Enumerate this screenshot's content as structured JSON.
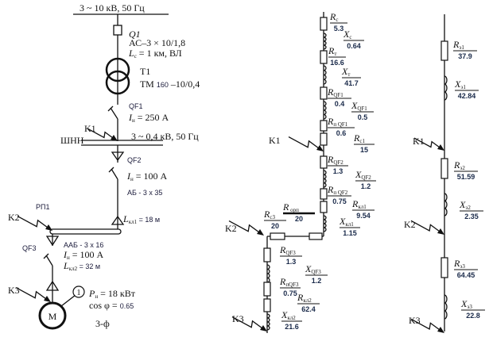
{
  "left": {
    "hv_bus": "3 ~ 10 кВ, 50 Гц",
    "q1": "Q1",
    "line_type": "АС–3 × 10/1,8",
    "line_len_sym": "L",
    "line_len_sub": "c",
    "line_len_val": " = 1 км,  ВЛ",
    "t1": "T1",
    "t1_type_a": "ТМ ",
    "t1_type_b": "160",
    "t1_type_c": " –10/0,4",
    "qf1": "QF1",
    "qf1_i_sym": "I",
    "qf1_i_sub": "н",
    "qf1_i_val": " = 250 А",
    "k1": "K1",
    "shnn": "ШНН",
    "lv_bus": "3 ~ 0,4 кВ, 50 Гц",
    "qf2": "QF2",
    "qf2_i_sym": "I",
    "qf2_i_sub": "н",
    "qf2_i_val": " = 100  А",
    "cable1": "АБ - 3 x 35",
    "lkl1_sym": "L",
    "lkl1_sub": "кл1",
    "lkl1_val": " = 18 м",
    "rp1": "РП1",
    "k2": "K2",
    "qf3": "QF3",
    "cable2": "ААБ - 3 x 16",
    "qf3_i_sym": "I",
    "qf3_i_sub": "н",
    "qf3_i_val": " = 100 А",
    "lkl2_sym": "L",
    "lkl2_sub": "кл2",
    "lkl2_val": " = 32  м",
    "k3": "K3",
    "motor": "M",
    "motor_tag": "1",
    "pn_sym": "P",
    "pn_sub": "н",
    "pn_val": " = 18  кВт",
    "cos": "cos φ = ",
    "cos_val": "0.65",
    "phase": "3-ф"
  },
  "middle": {
    "k1": "K1",
    "k2": "K2",
    "k3": "K3",
    "elements": [
      {
        "symbol": "R",
        "sub": "c",
        "value": "5.3"
      },
      {
        "symbol": "X",
        "sub": "c",
        "value": "0.64"
      },
      {
        "symbol": "R",
        "sub": "т",
        "value": "16.6"
      },
      {
        "symbol": "X",
        "sub": "т",
        "value": "41.7"
      },
      {
        "symbol": "R",
        "sub": "QF1",
        "value": "0.4"
      },
      {
        "symbol": "X",
        "sub": "QF1",
        "value": "0.5"
      },
      {
        "symbol": "R",
        "sub": "п QF1",
        "value": "0.6"
      },
      {
        "symbol": "R",
        "sub": "c1",
        "value": "15"
      },
      {
        "symbol": "R",
        "sub": "QF2",
        "value": "1.3"
      },
      {
        "symbol": "X",
        "sub": "QF2",
        "value": "1.2"
      },
      {
        "symbol": "R",
        "sub": "п QF2",
        "value": "0.75"
      },
      {
        "symbol": "R",
        "sub": "кл1",
        "value": "9.54"
      },
      {
        "symbol": "X",
        "sub": "кл1",
        "value": "1.15"
      },
      {
        "symbol": "R",
        "sub": "c3",
        "value": "20"
      },
      {
        "symbol": "R",
        "sub": " орп",
        "value": "20"
      },
      {
        "symbol": "R",
        "sub": "QF3",
        "value": "1.3"
      },
      {
        "symbol": "X",
        "sub": "QF3",
        "value": "1.2"
      },
      {
        "symbol": "R",
        "sub": "пQF3",
        "value": "0.75"
      },
      {
        "symbol": "R",
        "sub": "кл2",
        "value": "62.4"
      },
      {
        "symbol": "X",
        "sub": "кл2",
        "value": "21.6"
      }
    ]
  },
  "right": {
    "k1": "K1",
    "k2": "K2",
    "k3": "K3",
    "elements": [
      {
        "symbol": "R",
        "sub": "э1",
        "value": "37.9"
      },
      {
        "symbol": "X",
        "sub": "э1",
        "value": "42.84"
      },
      {
        "symbol": "R",
        "sub": "э2",
        "value": "51.59"
      },
      {
        "symbol": "X",
        "sub": "э2",
        "value": "2.35"
      },
      {
        "symbol": "R",
        "sub": "э3",
        "value": "64.45"
      },
      {
        "symbol": "X",
        "sub": "э3",
        "value": "22.8"
      }
    ]
  }
}
